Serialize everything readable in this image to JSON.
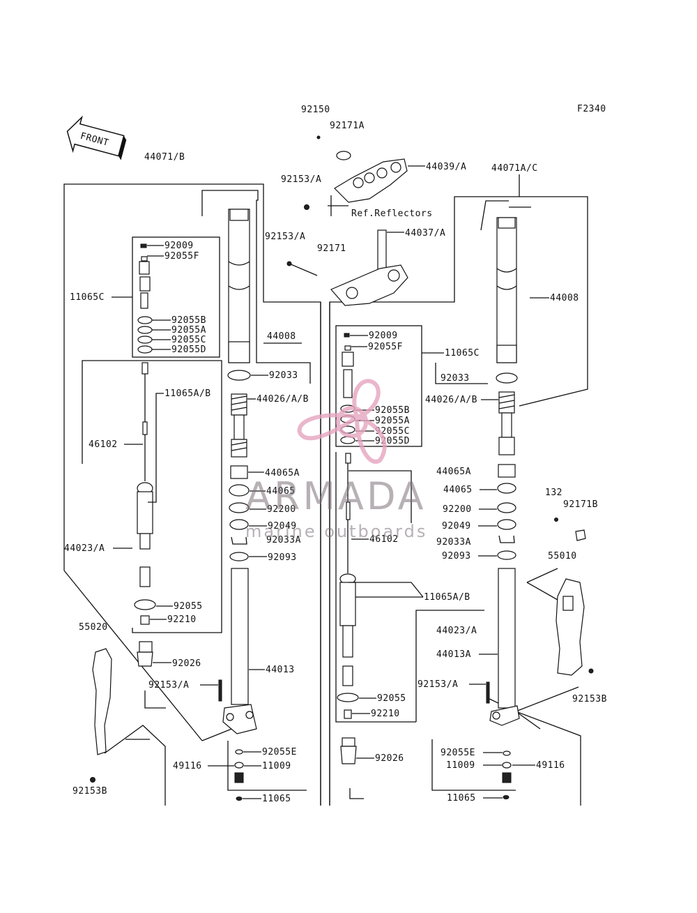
{
  "diagram": {
    "figure_code": "F2340",
    "front_arrow": "FRONT",
    "labels": {
      "p92150": "92150",
      "p92171A_top": "92171A",
      "p44039A": "44039/A",
      "p44071B": "44071/B",
      "p44071AC": "44071A/C",
      "p92153A_top": "92153/A",
      "ref_reflectors": "Ref.Reflectors",
      "p92153A_mid": "92153/A",
      "p44037A": "44037/A",
      "p92171": "92171",
      "p92009_L": "92009",
      "p92055F_L": "92055F",
      "p11065C_L": "11065C",
      "p92055B_L": "92055B",
      "p92055A_L": "92055A",
      "p92055C_L": "92055C",
      "p92055D_L": "92055D",
      "p44008_L": "44008",
      "p92033_L": "92033",
      "p44026_L": "44026/A/B",
      "p11065AB_L": "11065A/B",
      "p46102_L": "46102",
      "p44065A_L": "44065A",
      "p44065_L": "44065",
      "p92200_L": "92200",
      "p92049_L": "92049",
      "p92033A_L": "92033A",
      "p92093_L": "92093",
      "p44023A_L": "44023/A",
      "p92055_L": "92055",
      "p92210_L": "92210",
      "p55020": "55020",
      "p92026_L": "92026",
      "p92153A_L": "92153/A",
      "p44013_L": "44013",
      "p92055E_L": "92055E",
      "p49116_L": "49116",
      "p11009_L": "11009",
      "p92153B_L": "92153B",
      "p11065_L": "11065",
      "p92009_R": "92009",
      "p92055F_R": "92055F",
      "p11065C_R": "11065C",
      "p44008_R": "44008",
      "p92033_R": "92033",
      "p44026_R": "44026/A/B",
      "p92055B_R": "92055B",
      "p92055A_R": "92055A",
      "p92055C_R": "92055C",
      "p92055D_R": "92055D",
      "p44065A_R": "44065A",
      "p44065_R": "44065",
      "p92200_R": "92200",
      "p92049_R": "92049",
      "p92033A_R": "92033A",
      "p92093_R": "92093",
      "p46102_R": "46102",
      "p11065AB_R": "11065A/B",
      "p44023A_R": "44023/A",
      "p44013A_R": "44013A",
      "p92153A_R": "92153/A",
      "p92055_R": "92055",
      "p92210_R": "92210",
      "p92026_R": "92026",
      "p92055E_R": "92055E",
      "p11009_R": "11009",
      "p49116_R": "49116",
      "p11065_R": "11065",
      "p132": "132",
      "p92171B": "92171B",
      "p55010": "55010",
      "p92153B_R": "92153B"
    }
  },
  "watermark": {
    "brand": "ARMADA",
    "tagline": "marine outboards",
    "accent_color": "#e6a4bf"
  }
}
